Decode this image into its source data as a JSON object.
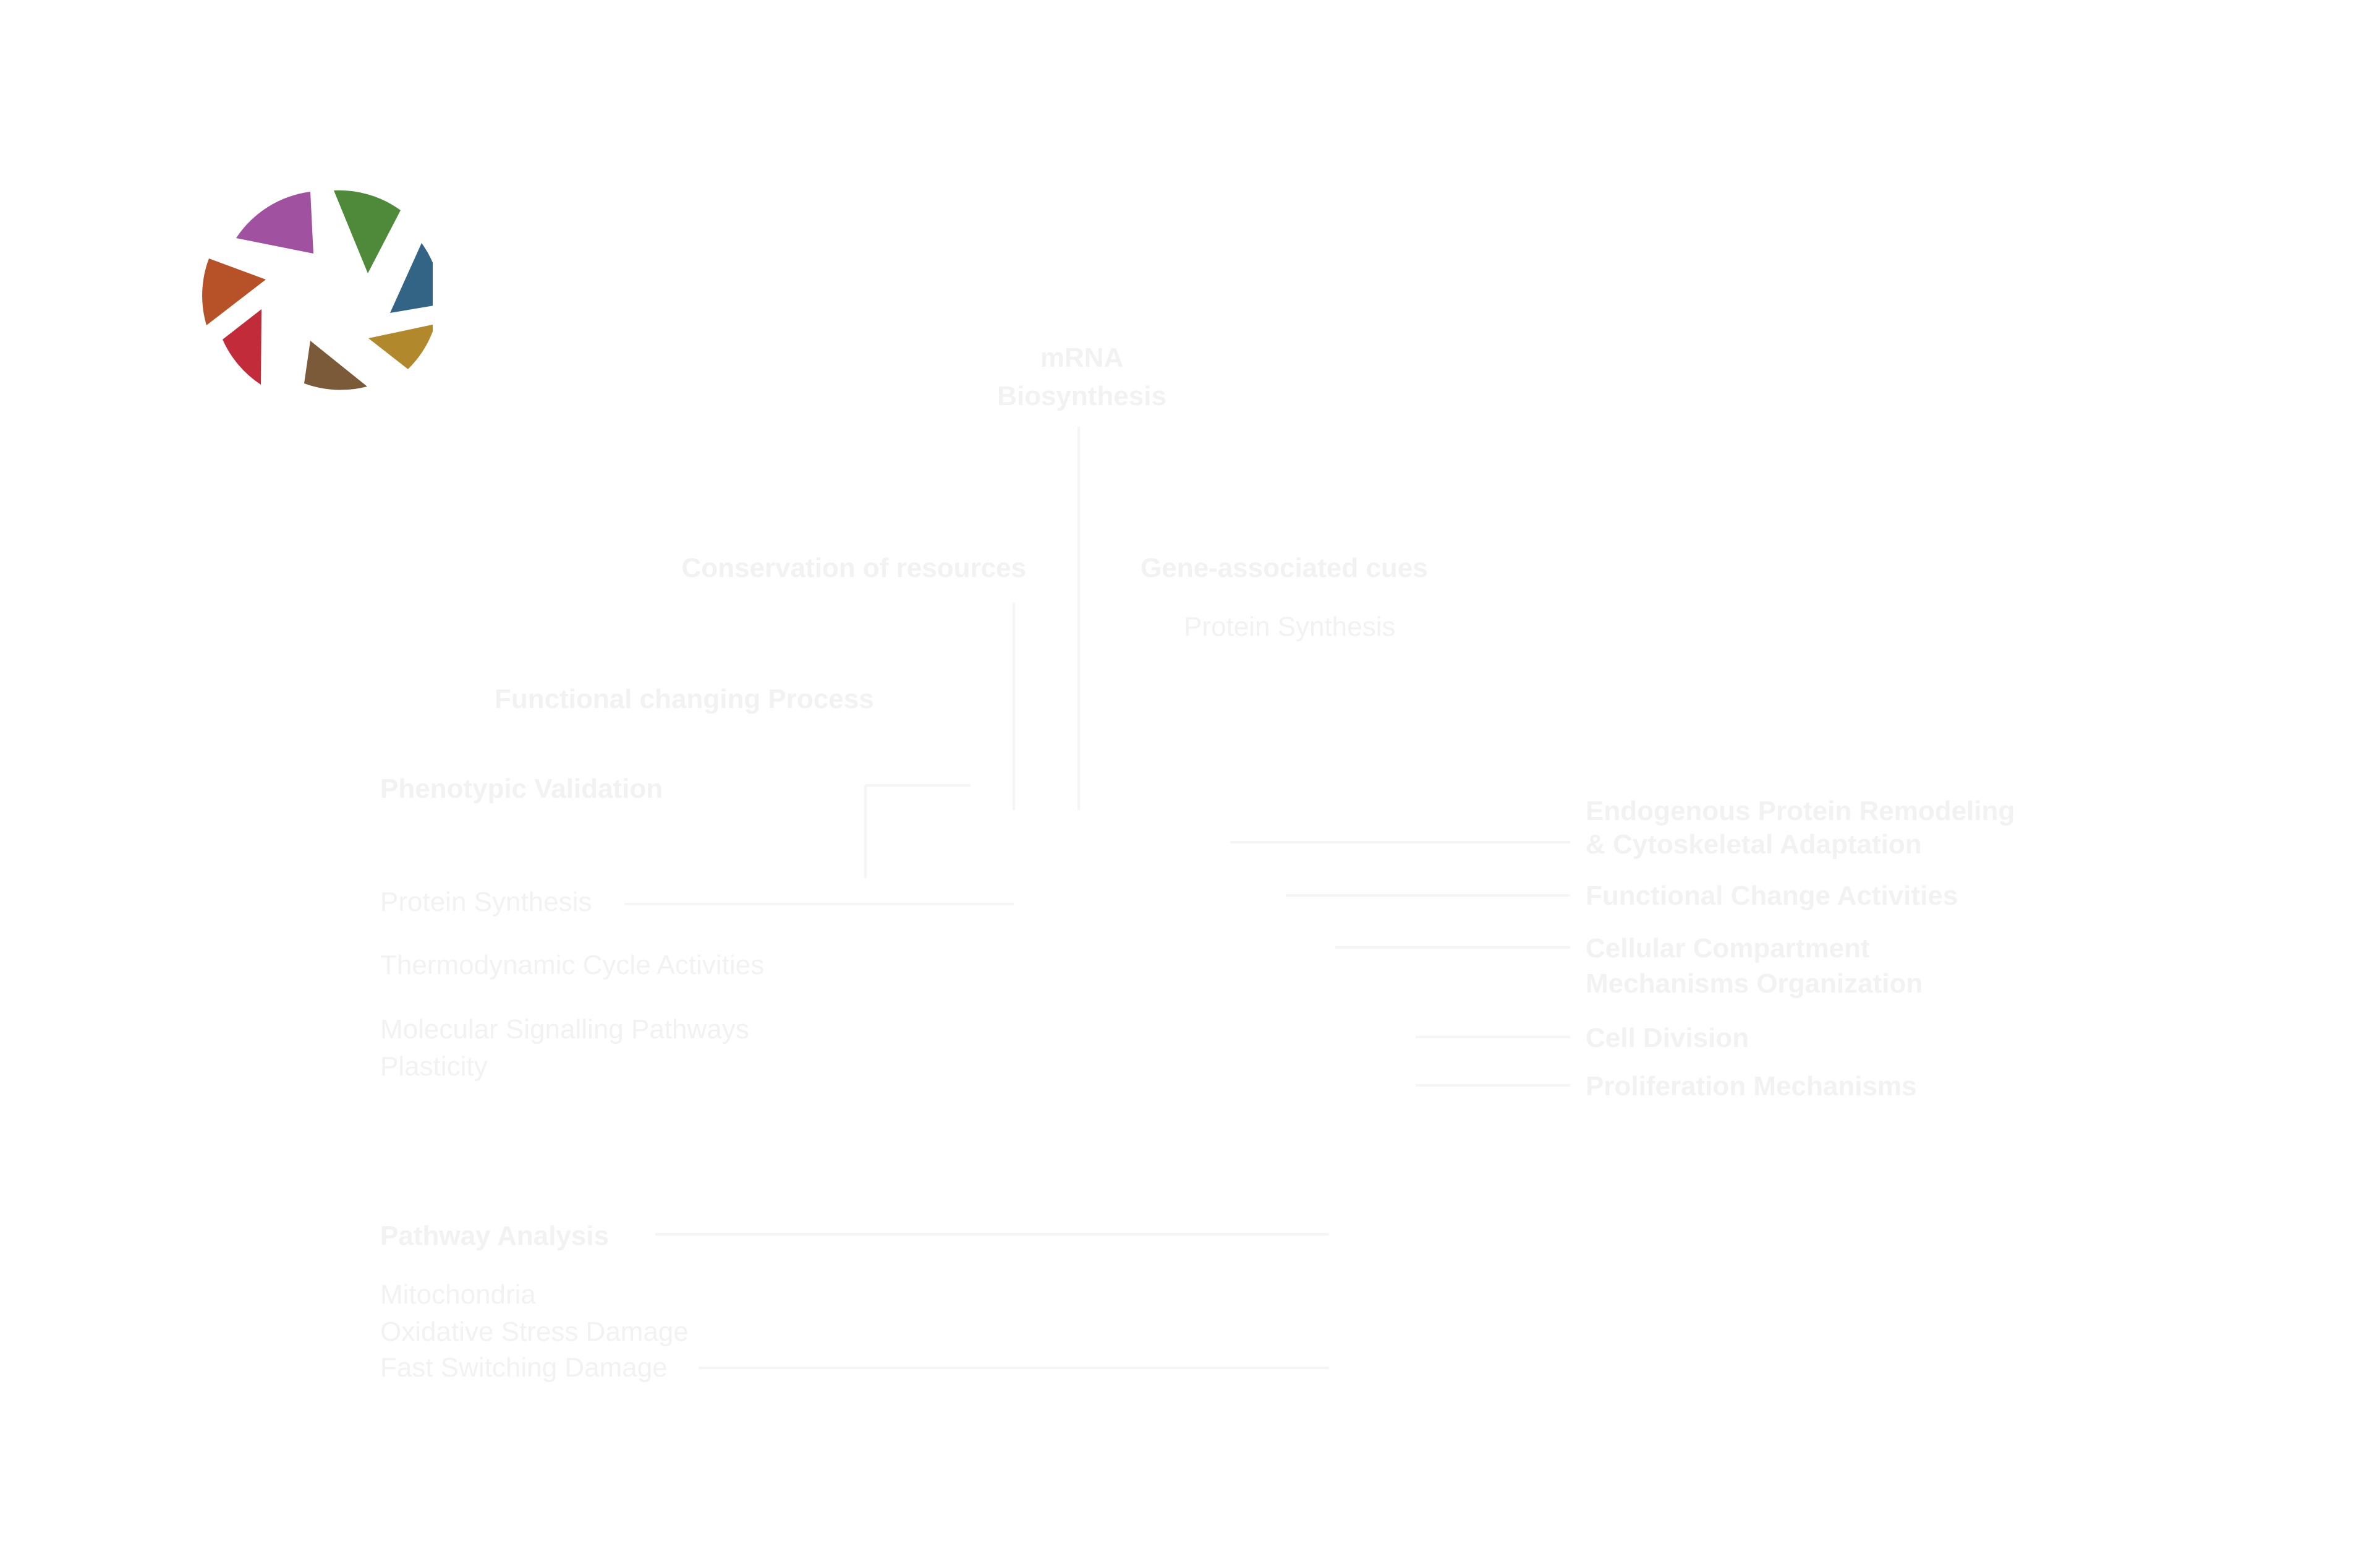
{
  "logo": {
    "icon": "aperture-logo",
    "segment_colors": [
      "#a0519f",
      "#4f8a3b",
      "#336486",
      "#b65128",
      "#b1882b",
      "#c22b3a",
      "#7a5a39"
    ]
  },
  "diagram": {
    "root": {
      "line1": "mRNA",
      "line2": "Biosynthesis"
    },
    "left_branch": {
      "header": "Conservation of resources",
      "sub_header": "Functional changing Process",
      "level_label": "Phenotypic Validation"
    },
    "right_branch": {
      "header": "Gene-associated cues",
      "sub_label": "Protein Synthesis"
    },
    "left_items": [
      "Protein Synthesis",
      "Thermodynamic Cycle Activities",
      "Molecular Signalling Pathways"
    ],
    "left_item_third_line2": "Plasticity",
    "right_outcomes": [
      {
        "line1": "Endogenous Protein Remodeling",
        "line2": "& Cytoskeletal Adaptation"
      },
      {
        "line1": "Functional Change Activities",
        "line2": ""
      },
      {
        "line1": "Cellular Compartment",
        "line2": "Mechanisms Organization"
      },
      {
        "line1": "Cell Division",
        "line2": ""
      },
      {
        "line1": "Proliferation Mechanisms",
        "line2": ""
      }
    ],
    "bottom_panel": {
      "header": "Pathway Analysis",
      "lines": [
        "Mitochondria",
        "Oxidative Stress Damage",
        "Fast Switching Damage"
      ]
    }
  }
}
